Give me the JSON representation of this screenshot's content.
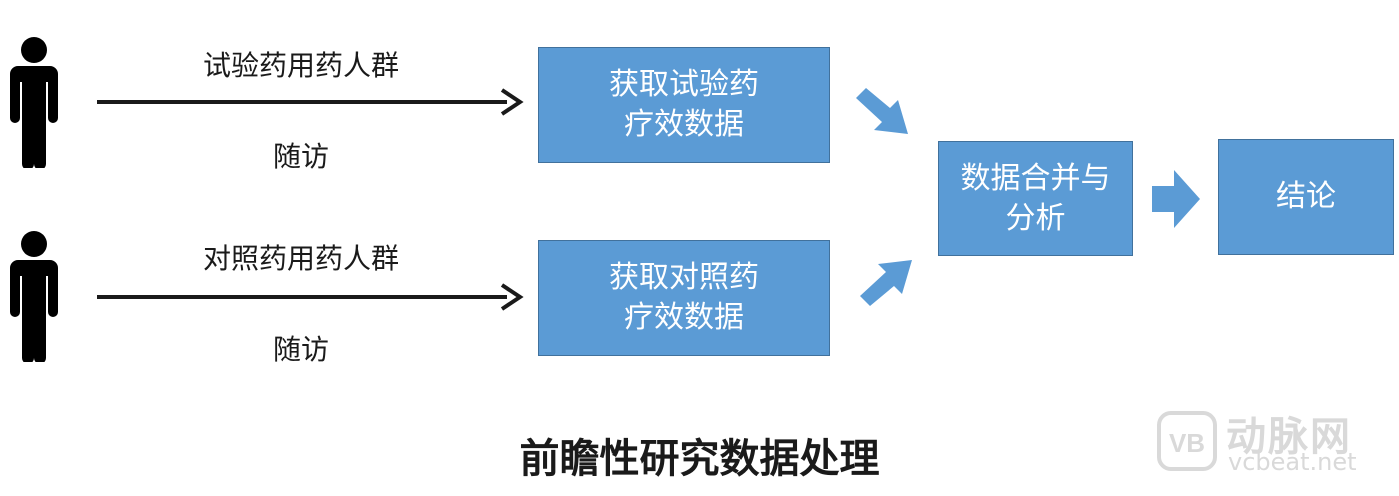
{
  "top_group": {
    "label_above": "试验药用药人群",
    "label_below": "随访",
    "box_line1": "获取试验药",
    "box_line2": "疗效数据"
  },
  "bottom_group": {
    "label_above": "对照药用药人群",
    "label_below": "随访",
    "box_line1": "获取对照药",
    "box_line2": "疗效数据"
  },
  "merge_box": {
    "line1": "数据合并与",
    "line2": "分析"
  },
  "result_box": {
    "text": "结论"
  },
  "caption": "前瞻性研究数据处理",
  "watermark": {
    "brand": "动脉网",
    "site": "vcbeat.net",
    "mark": "VB"
  },
  "colors": {
    "box_fill": "#5b9bd5",
    "box_border": "#41719c",
    "watermark": "#d9d9d9"
  },
  "icons": [
    "person-icon",
    "arrow-right-icon",
    "arrow-diagonal-down-icon",
    "arrow-diagonal-up-icon",
    "block-arrow-right-icon"
  ]
}
